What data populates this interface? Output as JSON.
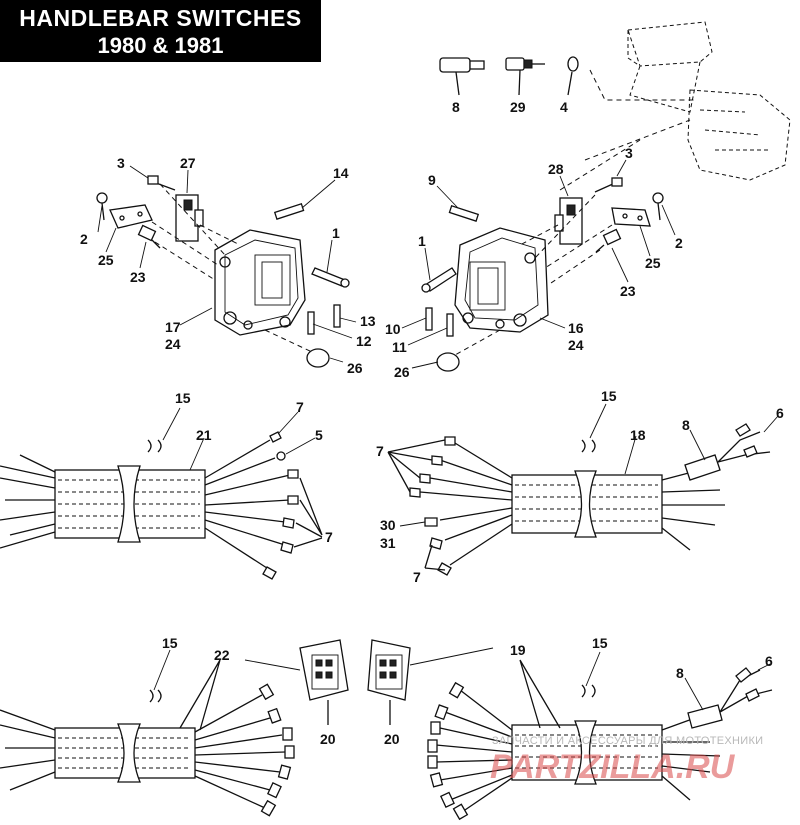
{
  "title": {
    "line1": "HANDLEBAR SWITCHES",
    "line2": "1980 & 1981"
  },
  "callouts": {
    "c8_top": "8",
    "c29": "29",
    "c4": "4",
    "c3_left": "3",
    "c27": "27",
    "c14": "14",
    "c2_left": "2",
    "c25_left": "25",
    "c23_left": "23",
    "c1_left": "1",
    "c13": "13",
    "c12": "12",
    "c17": "17",
    "c24_left": "24",
    "c26_left": "26",
    "c9": "9",
    "c28": "28",
    "c3_right": "3",
    "c2_right": "2",
    "c25_right": "25",
    "c23_right": "23",
    "c1_right": "1",
    "c10": "10",
    "c11": "11",
    "c16": "16",
    "c24_right": "24",
    "c26_right": "26",
    "c15_a": "15",
    "c21": "21",
    "c7_a": "7",
    "c5": "5",
    "c7_b": "7",
    "c15_b": "15",
    "c18": "18",
    "c8_mid": "8",
    "c6_mid": "6",
    "c7_c": "7",
    "c30": "30",
    "c31": "31",
    "c7_d": "7",
    "c15_c": "15",
    "c22": "22",
    "c20_left": "20",
    "c20_right": "20",
    "c19": "19",
    "c15_d": "15",
    "c8_bot": "8",
    "c6_bot": "6"
  },
  "watermark": {
    "line1": "ЗАПЧАСТИ И АКСЕССУАРЫ ДЛЯ МОТОТЕХНИКИ",
    "line2": "PARTZILLA.RU"
  },
  "colors": {
    "ink": "#111111",
    "title_bg": "#000000",
    "title_text": "#ffffff",
    "watermark_red": "#d94a4a",
    "watermark_gray": "#b8b8b8"
  }
}
